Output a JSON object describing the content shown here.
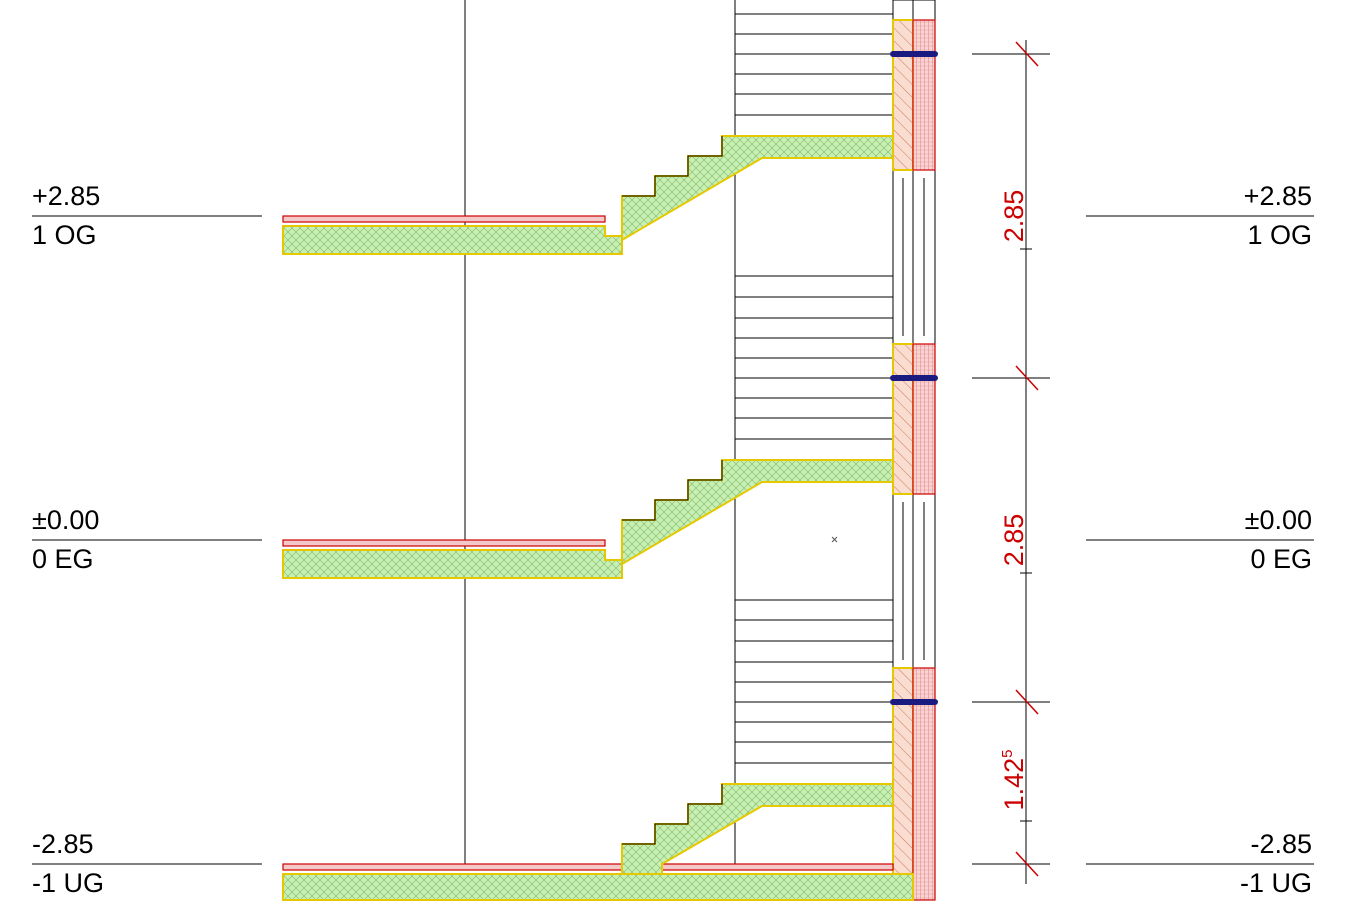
{
  "levels": [
    {
      "elevation": "+2.85",
      "name": "1 OG"
    },
    {
      "elevation": "±0.00",
      "name": "0 EG"
    },
    {
      "elevation": "-2.85",
      "name": "-1 UG"
    }
  ],
  "dimensions": [
    {
      "main": "2.85",
      "sup": ""
    },
    {
      "main": "2.85",
      "sup": ""
    },
    {
      "main": "1.42",
      "sup": "5"
    }
  ],
  "colors": {
    "concrete_fill": "#c8f0b4",
    "concrete_outline": "#e6c800",
    "finish_fill": "#f3c8c8",
    "finish_outline": "#cc0000",
    "insulation_fill": "#f8ddd0",
    "beam_band": "#1a1a80",
    "dimension_text": "#cc0000"
  }
}
